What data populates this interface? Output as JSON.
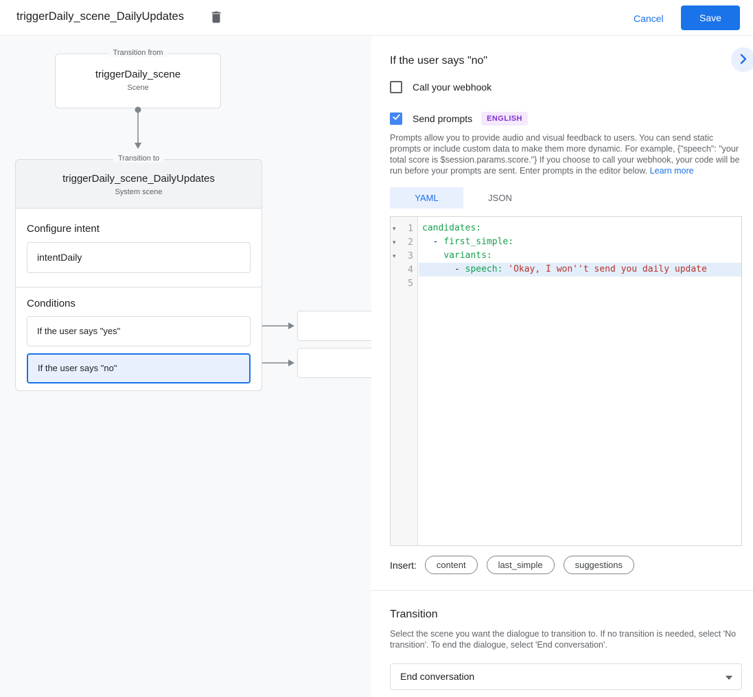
{
  "topbar": {
    "title": "triggerDaily_scene_DailyUpdates",
    "cancel_label": "Cancel",
    "save_label": "Save"
  },
  "colors": {
    "accent": "#1a73e8",
    "selected_bg": "#e8f0fe",
    "canvas_bg": "#f8f9fa",
    "badge_bg": "#f4e9fd",
    "badge_text": "#8430ce",
    "code_key_green": "#149e4c",
    "code_string_red": "#b8322b",
    "active_line_bg": "#e3eefa"
  },
  "canvas": {
    "from_box": {
      "legend": "Transition from",
      "title": "triggerDaily_scene",
      "subtitle": "Scene"
    },
    "to_box": {
      "legend": "Transition to",
      "title": "triggerDaily_scene_DailyUpdates",
      "subtitle": "System scene",
      "configure_intent_label": "Configure intent",
      "intent_value": "intentDaily",
      "conditions_label": "Conditions",
      "conditions": [
        {
          "label": "If the user says \"yes\"",
          "selected": false
        },
        {
          "label": "If the user says \"no\"",
          "selected": true
        }
      ]
    }
  },
  "panel": {
    "title": "If the user says \"no\"",
    "webhook": {
      "label": "Call your webhook",
      "checked": false
    },
    "prompts": {
      "label": "Send prompts",
      "checked": true,
      "badge": "ENGLISH"
    },
    "description": "Prompts allow you to provide audio and visual feedback to users. You can send static prompts or include custom data to make them more dynamic. For example, {\"speech\": \"your total score is $session.params.score.\"} If you choose to call your webhook, your code will be run before your prompts are sent. Enter prompts in the editor below. ",
    "learn_more_label": "Learn more",
    "tabs": [
      {
        "label": "YAML",
        "active": true
      },
      {
        "label": "JSON",
        "active": false
      }
    ],
    "editor": {
      "lines": [
        {
          "num": "1",
          "fold": true,
          "active": false,
          "segments": [
            {
              "text": "candidates:",
              "type": "key"
            }
          ]
        },
        {
          "num": "2",
          "fold": true,
          "active": false,
          "segments": [
            {
              "text": "  - ",
              "type": "plain"
            },
            {
              "text": "first_simple:",
              "type": "key"
            }
          ]
        },
        {
          "num": "3",
          "fold": true,
          "active": false,
          "segments": [
            {
              "text": "    ",
              "type": "plain"
            },
            {
              "text": "variants:",
              "type": "key"
            }
          ]
        },
        {
          "num": "4",
          "fold": false,
          "active": true,
          "segments": [
            {
              "text": "      - ",
              "type": "plain"
            },
            {
              "text": "speech:",
              "type": "key"
            },
            {
              "text": " ",
              "type": "plain"
            },
            {
              "text": "'Okay, I won''t send you daily update",
              "type": "string"
            }
          ]
        },
        {
          "num": "5",
          "fold": false,
          "active": false,
          "segments": []
        }
      ]
    },
    "insert": {
      "label": "Insert:",
      "chips": [
        "content",
        "last_simple",
        "suggestions"
      ]
    },
    "transition": {
      "heading": "Transition",
      "description": "Select the scene you want the dialogue to transition to. If no transition is needed, select 'No transition'. To end the dialogue, select 'End conversation'.",
      "value": "End conversation"
    }
  }
}
